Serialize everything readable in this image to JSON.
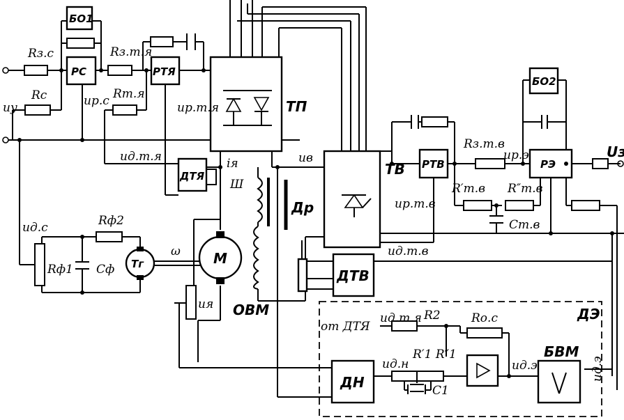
{
  "labels": {
    "bo1": "БО1",
    "bo2": "БО2",
    "rs": "РС",
    "rtya": "РТЯ",
    "rtv": "РТВ",
    "re": "РЭ",
    "dtya": "ДТЯ",
    "dtv": "ДТВ",
    "dn": "ДН",
    "bvm": "БВМ",
    "tp": "ТП",
    "tv": "ТВ",
    "m": "М",
    "tg": "Тг",
    "dr": "Др",
    "ovm": "ОВМ",
    "de": "ДЭ",
    "sh": "Ш",
    "r_zs": "Rз.с",
    "r_s": "Rс",
    "r_zt_ya": "Rз.т.я",
    "r_t_ya": "Rт.я",
    "r_f2": "Rф2",
    "r_f1": "Rф1",
    "c_f": "Сф",
    "u_y": "uу",
    "u_rs": "uр.с",
    "u_rt_ya": "uр.т.я",
    "u_dt_ya": "uд.т.я",
    "u_ds": "uд.с",
    "i_ya": "iя",
    "u_v": "uв",
    "omega": "ω",
    "u_ya": "uя",
    "r_zt_v": "Rз.т.в",
    "u_re": "uр.э",
    "u_z": "Uз",
    "r_t_v1": "R′т.в",
    "r_t_v2": "R″т.в",
    "c_t_v": "Ст.в",
    "u_rt_v": "uр.т.в",
    "u_dt_v": "uд.т.в",
    "ot_dtya": "от ДТЯ",
    "u_dt_ya2": "uд.т.я",
    "r2": "R2",
    "r_os": "Rо.с",
    "u_dn": "uд.н",
    "r1": "R′1 R″1",
    "c1": "С1",
    "u_de": "uд.э",
    "u_de2": "uд.э"
  }
}
